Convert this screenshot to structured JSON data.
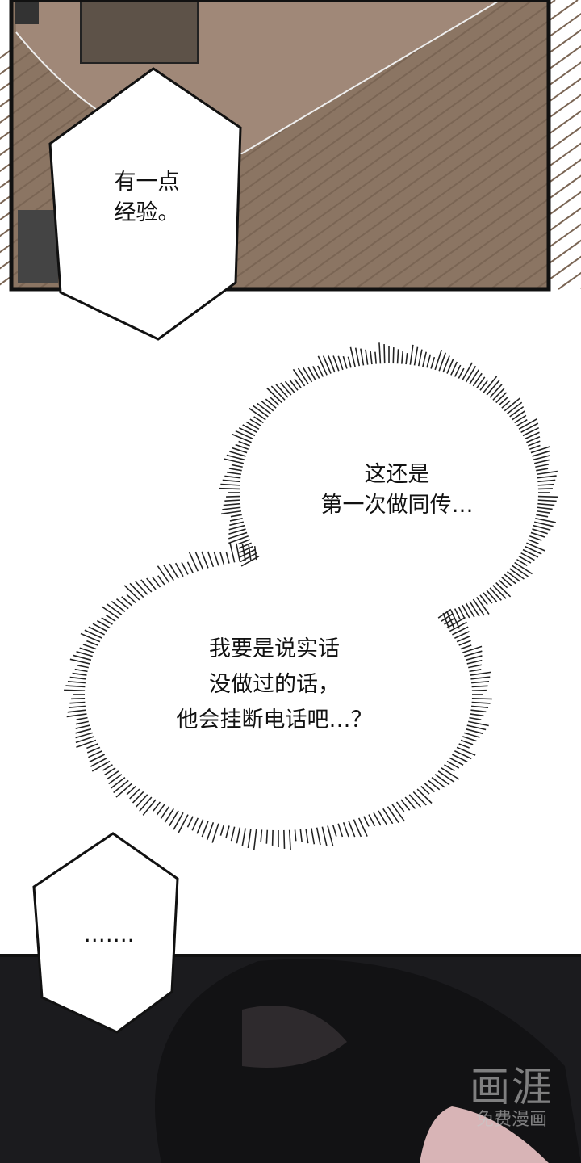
{
  "bubbles": {
    "top_speech": {
      "lines": [
        "有一点",
        "经验。"
      ]
    },
    "thought_1": {
      "lines": [
        "这还是",
        "第一次做同传…"
      ]
    },
    "thought_2": {
      "lines": [
        "我要是说实话",
        "没做过的话，",
        "他会挂断电话吧…？"
      ]
    },
    "bottom_speech": {
      "lines": [
        "……."
      ]
    }
  },
  "watermark": {
    "title": "画涯",
    "subtitle": "免费漫画"
  },
  "colors": {
    "floor": "#8b7563",
    "rug": "#a08878",
    "night": "#1b1b1e",
    "border": "#111111"
  }
}
